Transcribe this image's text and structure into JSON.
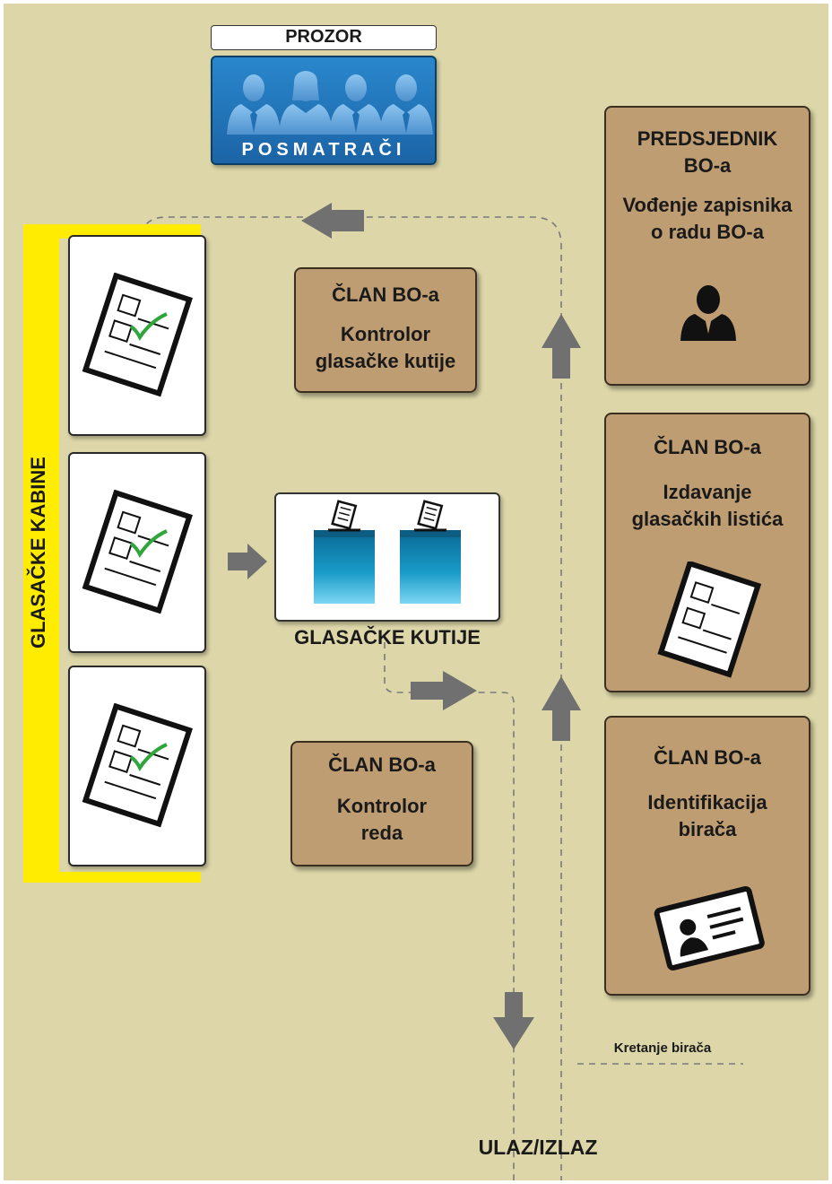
{
  "window": {
    "label": "PROZOR"
  },
  "observers": {
    "label": "POSMATRAČI",
    "panel_color": "#1f74b8"
  },
  "booths": {
    "label": "GLASAČKE KABINE",
    "bar_color": "#ffec00",
    "count": 3,
    "icon": "checked-ballot-icon"
  },
  "ballot_boxes": {
    "label": "GLASAČKE KUTIJE",
    "icon": "ballot-box-icon",
    "count": 2
  },
  "roles": {
    "box_controller": {
      "title": "ČLAN BO-a",
      "line1": "Kontrolor",
      "line2": "glasačke kutije"
    },
    "order_controller": {
      "title": "ČLAN BO-a",
      "line1": "Kontrolor",
      "line2": "reda"
    },
    "president": {
      "title1": "PREDSJEDNIK",
      "title2": "BO-a",
      "line1": "Vođenje zapisnika",
      "line2": "o radu BO-a",
      "icon": "person-icon"
    },
    "ballot_issuer": {
      "title": "ČLAN BO-a",
      "line1": "Izdavanje",
      "line2": "glasačkih listića",
      "icon": "ballot-icon"
    },
    "identification": {
      "title": "ČLAN BO-a",
      "line1": "Identifikacija",
      "line2": "birača",
      "icon": "id-card-icon"
    }
  },
  "entrance": {
    "label": "ULAZ/IZLAZ"
  },
  "legend": {
    "label": "Kretanje birača"
  },
  "colors": {
    "background": "#dcd6a8",
    "role_box": "#bf9d72",
    "arrow": "#707070",
    "path": "#7a7a7a"
  }
}
